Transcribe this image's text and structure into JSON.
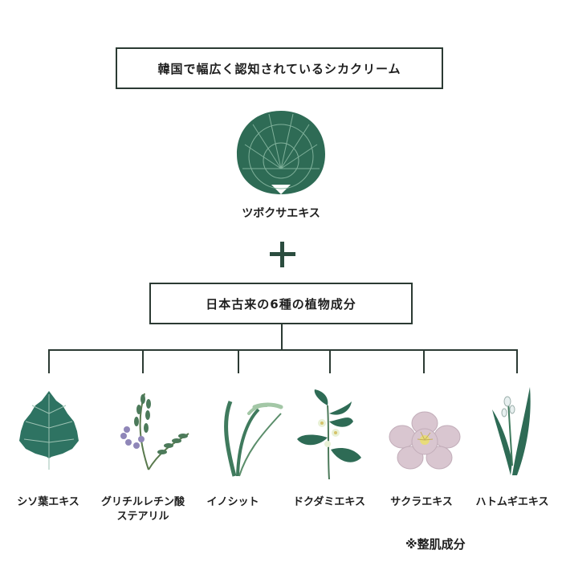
{
  "header": {
    "title": "韓国で幅広く認知されているシカクリーム"
  },
  "main_ingredient": {
    "label": "ツボクサエキス"
  },
  "section": {
    "title": "日本古来の6種の植物成分"
  },
  "ingredients": [
    {
      "label": "シソ葉エキス",
      "icon": "shiso-leaf-icon"
    },
    {
      "label": "グリチルレチン酸\nステアリル",
      "icon": "licorice-plant-icon"
    },
    {
      "label": "イノシット",
      "icon": "rice-plant-icon"
    },
    {
      "label": "ドクダミエキス",
      "icon": "dokudami-plant-icon"
    },
    {
      "label": "サクラエキス",
      "icon": "cherry-blossom-icon"
    },
    {
      "label": "ハトムギエキス",
      "icon": "job-tears-plant-icon"
    }
  ],
  "footnote": "※整肌成分",
  "colors": {
    "leaf_dark": "#2e6b55",
    "leaf_mid": "#3a7d63",
    "line": "#2b3a33",
    "blossom": "#d9c6d0"
  }
}
